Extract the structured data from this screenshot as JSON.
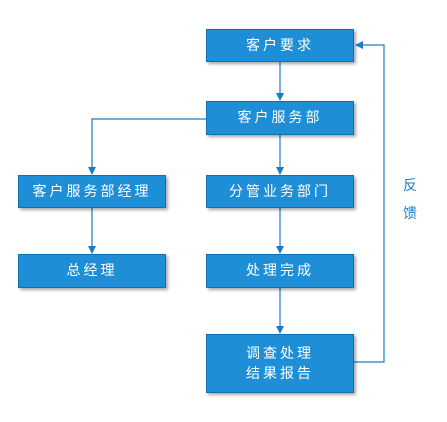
{
  "diagram": {
    "nodes": {
      "customer_request": "客户要求",
      "customer_service_dept": "客户服务部",
      "customer_service_manager": "客户服务部经理",
      "responsible_dept": "分管业务部门",
      "general_manager": "总经理",
      "processing_complete": "处理完成",
      "investigation_report": {
        "line1": "调查处理",
        "line2": "结果报告"
      }
    },
    "feedback_label": {
      "char1": "反",
      "char2": "馈"
    },
    "colors": {
      "box_fill": "#1e8fd6",
      "box_border": "#1270b0",
      "box_text": "#ffffff",
      "connector": "#1d7cc6",
      "feedback_text": "#1d7cc6"
    }
  }
}
